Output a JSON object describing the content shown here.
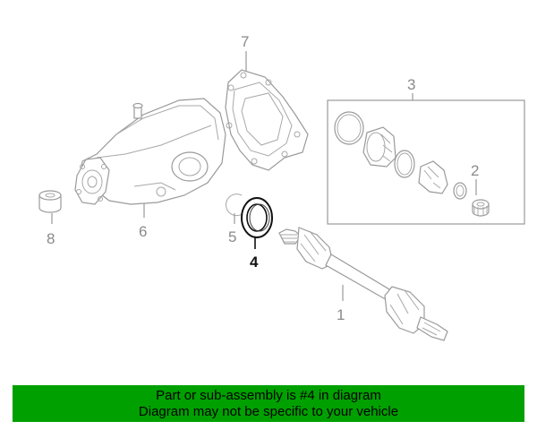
{
  "callouts": {
    "c1": "1",
    "c2": "2",
    "c3": "3",
    "c4": "4",
    "c5": "5",
    "c6": "6",
    "c7": "7",
    "c8": "8"
  },
  "highlighted_part": "4",
  "banner": {
    "line1": "Part or sub-assembly is #4 in diagram",
    "line2": "Diagram may not be specific to your vehicle"
  },
  "colors": {
    "banner_bg": "#00a000",
    "highlight": "#111111",
    "line_art": "#9a9a9a"
  }
}
